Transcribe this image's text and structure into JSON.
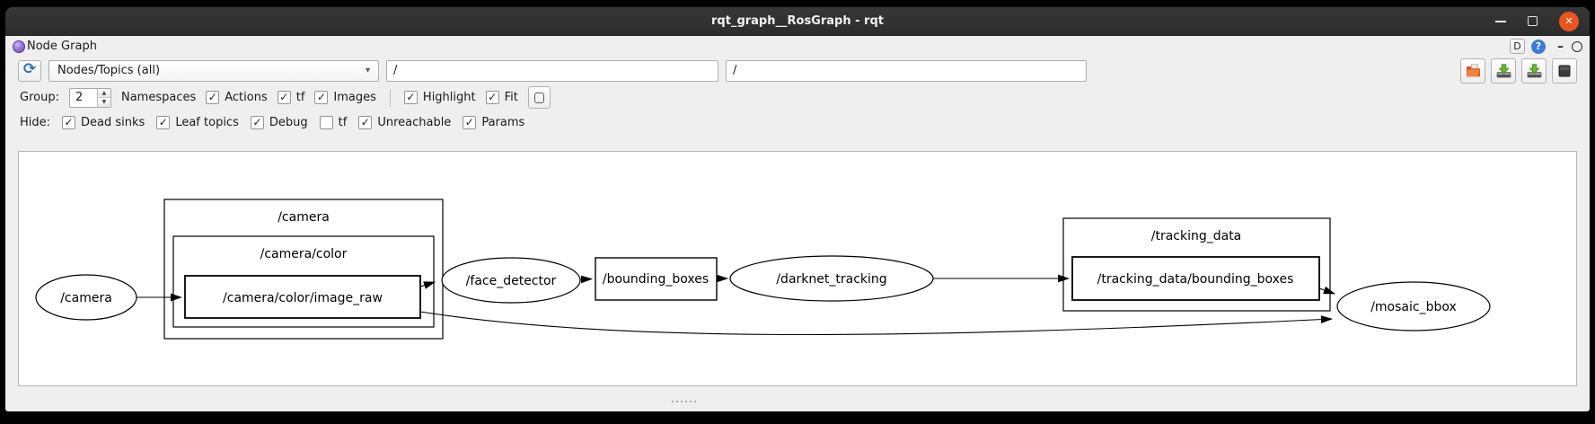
{
  "titlebar": {
    "title": "rqt_graph__RosGraph - rqt",
    "close_glyph": "✕"
  },
  "dock": {
    "title": "Node Graph",
    "d_button_label": "D",
    "help_glyph": "?",
    "float_glyph": "–",
    "close_glyph": ""
  },
  "icons": {
    "refresh": "⟳",
    "dropdown_arrow": "▾",
    "spin_up": "▲",
    "spin_down": "▼",
    "check": "✓"
  },
  "toolbar": {
    "view_mode": "Nodes/Topics (all)",
    "filter_field_1": "/",
    "filter_field_2": "/"
  },
  "options_row": {
    "group_label": "Group:",
    "group_value": "2",
    "namespaces_label": "Namespaces",
    "actions": {
      "label": "Actions",
      "checked": true
    },
    "tf": {
      "label": "tf",
      "checked": true
    },
    "images": {
      "label": "Images",
      "checked": true
    },
    "highlight": {
      "label": "Highlight",
      "checked": true
    },
    "fit": {
      "label": "Fit",
      "checked": true
    }
  },
  "hide_row": {
    "label": "Hide:",
    "items": [
      {
        "label": "Dead sinks",
        "checked": true
      },
      {
        "label": "Leaf topics",
        "checked": true
      },
      {
        "label": "Debug",
        "checked": true
      },
      {
        "label": "tf",
        "checked": false
      },
      {
        "label": "Unreachable",
        "checked": true
      },
      {
        "label": "Params",
        "checked": true
      }
    ]
  },
  "colors": {
    "accent_orange": "#e95420",
    "help_blue": "#3a7bd5",
    "refresh_blue": "#2f6fc4",
    "save_green": "#67b82c"
  },
  "graph": {
    "camera_node": "/camera",
    "camera_cluster": "/camera",
    "camera_color_cluster": "/camera/color",
    "image_raw_topic": "/camera/color/image_raw",
    "face_detector_node": "/face_detector",
    "bounding_boxes_topic": "/bounding_boxes",
    "darknet_tracking_node": "/darknet_tracking",
    "tracking_data_cluster": "/tracking_data",
    "tracking_bounding_boxes_topic": "/tracking_data/bounding_boxes",
    "mosaic_bbox_node": "/mosaic_bbox"
  }
}
